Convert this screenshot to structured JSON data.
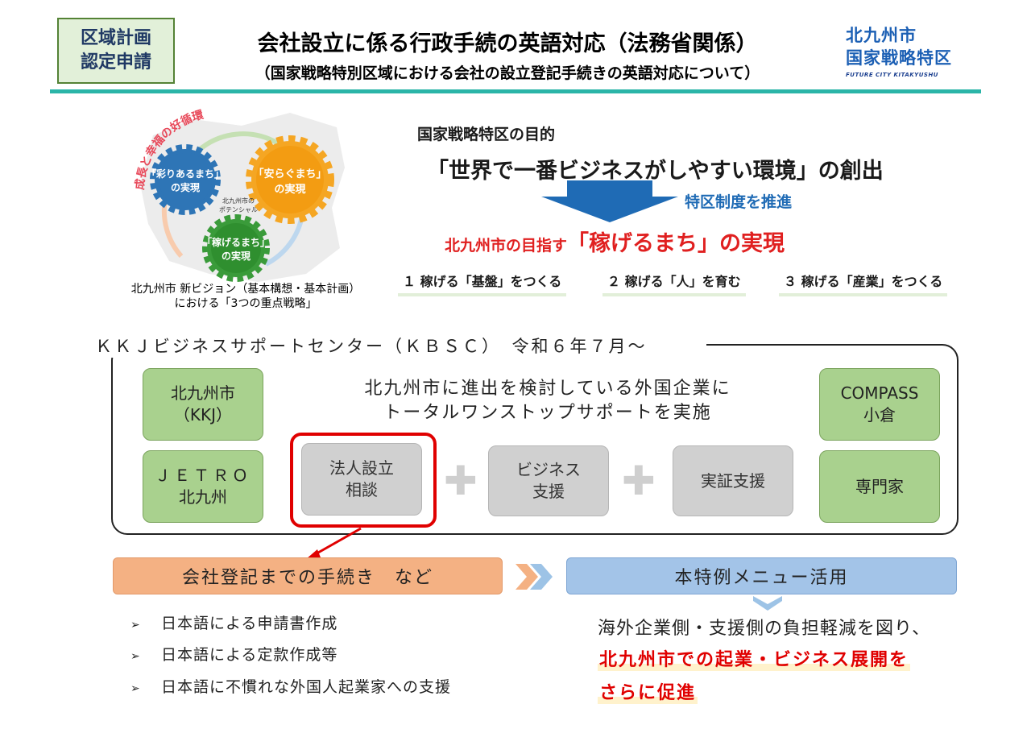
{
  "header": {
    "badge_line1": "区域計画",
    "badge_line2": "認定申請",
    "title": "会社設立に係る行政手続の英語対応（法務省関係）",
    "subtitle": "（国家戦略特別区域における会社の設立登記手続きの英語対応について）",
    "logo_line1": "北九州市",
    "logo_line2": "国家戦略特区",
    "logo_line3": "FUTURE CITY KITAKYUSHU"
  },
  "gears": {
    "arc_text": "成長と幸福の好循環",
    "gear_blue": [
      "「彩りあるまち」",
      "の実現"
    ],
    "gear_orange": [
      "「安らぐまち」",
      "の実現"
    ],
    "gear_green": [
      "「稼げるまち」",
      "の実現"
    ],
    "center": [
      "北九州市の",
      "ポテンシャル"
    ],
    "caption_line1": "北九州市 新ビジョン（基本構想・基本計画）",
    "caption_line2": "における「3つの重点戦略」"
  },
  "purpose": {
    "label": "国家戦略特区の目的",
    "main": "「世界で一番ビジネスがしやすい環境」の創出",
    "promote": "特区制度を推進",
    "goal_prefix": "北九州市の目指す",
    "goal_main": "「稼げるまち」の実現",
    "strategies": [
      "１ 稼げる「基盤」をつくる",
      "２ 稼げる「人」を育む",
      "３ 稼げる「産業」をつくる"
    ]
  },
  "kbsc": {
    "title": "ＫＫＪビジネスサポートセンター（ＫＢＳＣ）　令和６年７月～",
    "desc_line1": "北九州市に進出を検討している外国企業に",
    "desc_line2": "トータルワンストップサポートを実施",
    "partner_kkj": [
      "北九州市",
      "（KKJ）"
    ],
    "partner_jetro": [
      "ＪＥＴＲＯ",
      "北九州"
    ],
    "partner_compass": [
      "COMPASS",
      "小倉"
    ],
    "partner_expert": "専門家",
    "service_incorporation": [
      "法人設立",
      "相談"
    ],
    "service_business": [
      "ビジネス",
      "支援"
    ],
    "service_demo": "実証支援",
    "plus_symbol": "✚"
  },
  "bottom": {
    "procedure_bar": "会社登記までの手続き　など",
    "menu_bar": "本特例メニュー活用",
    "bullets": [
      "日本語による申請書作成",
      "日本語による定款作成等",
      "日本語に不慣れな外国人起業家への支援"
    ],
    "bullet_marker": "➢",
    "result_line1": "海外企業側・支援側の負担軽減を図り、",
    "result_line2": "北九州市での起業・ビジネス展開を",
    "result_line3": "さらに促進"
  },
  "colors": {
    "badge_bg": "#e2f0d9",
    "header_rule": "#2bb5a8",
    "partner_green": "#a9d18e",
    "service_gray": "#d0d0d0",
    "highlight_red": "#e00000",
    "procedure_orange": "#f4b183",
    "menu_blue": "#a3c4e8",
    "arrow_blue": "#1f6bb5"
  }
}
